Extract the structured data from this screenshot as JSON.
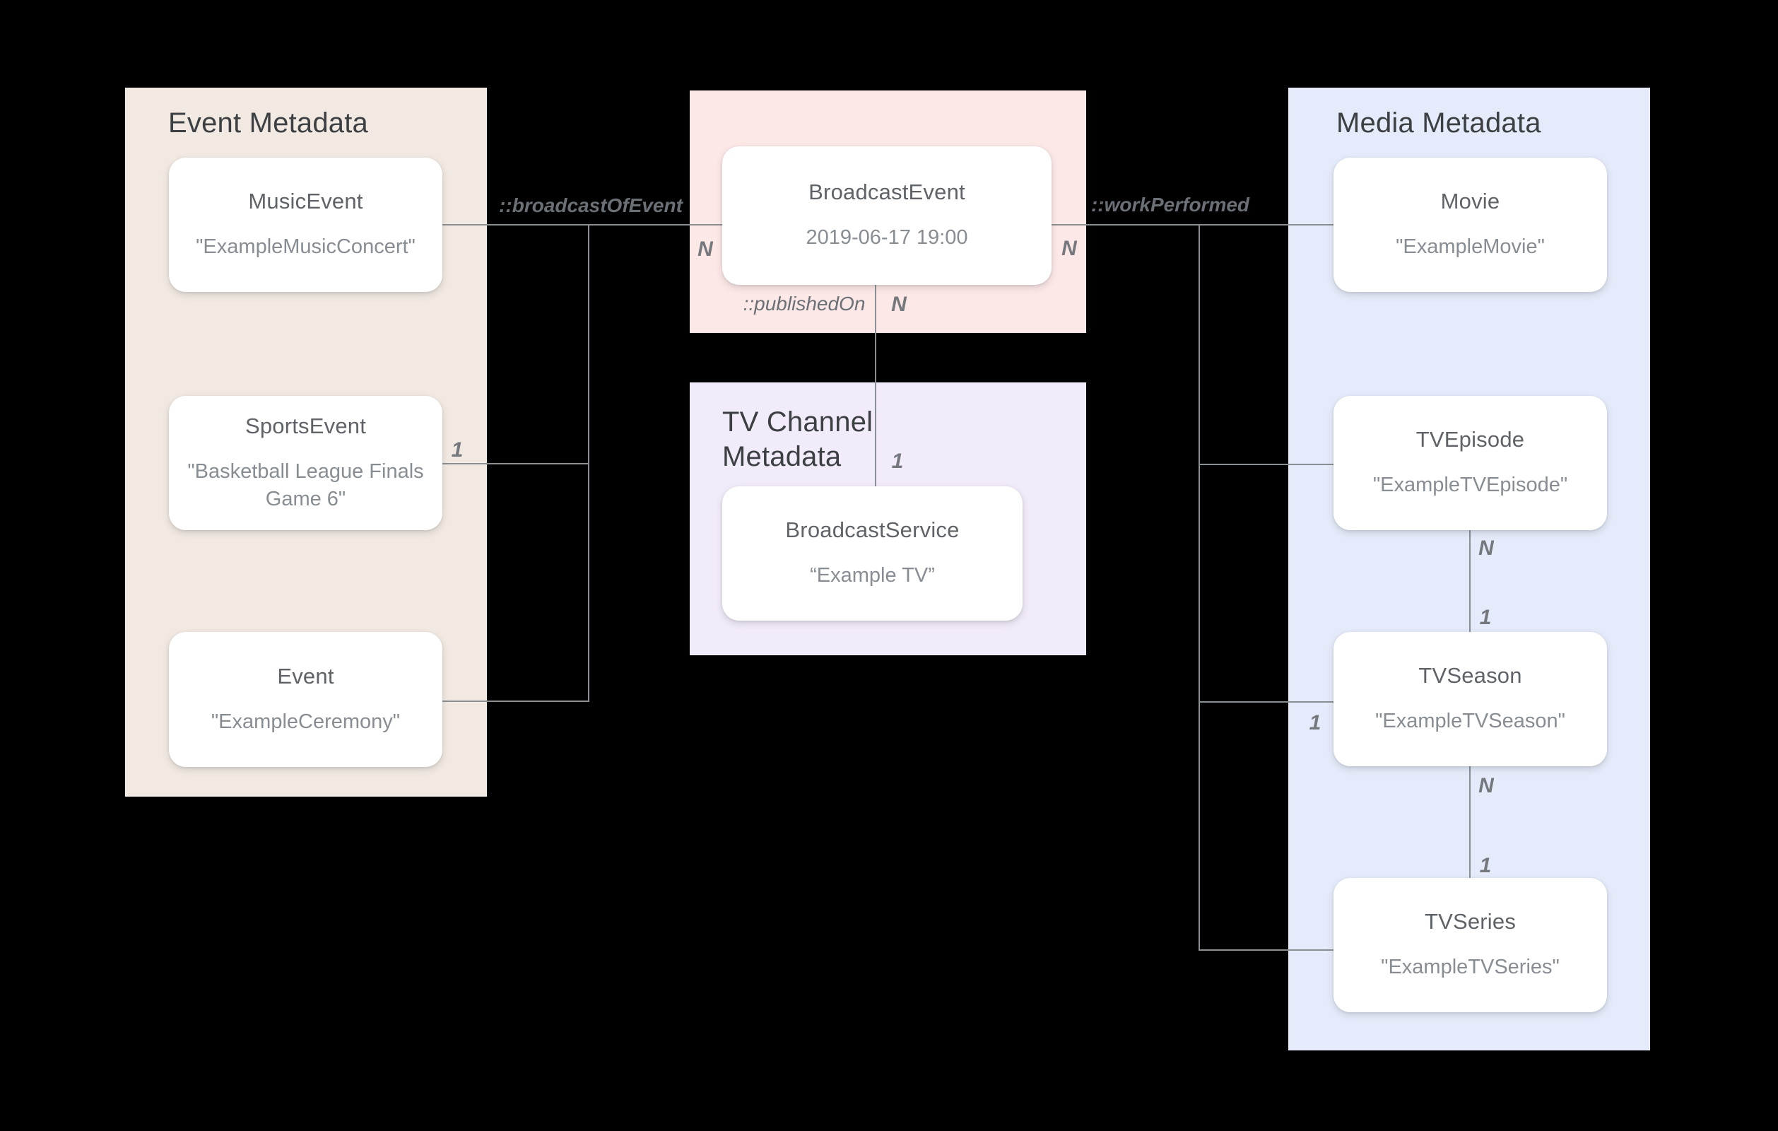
{
  "groups": {
    "event_metadata": {
      "title": "Event Metadata",
      "nodes": [
        {
          "title": "MusicEvent",
          "value": "\"ExampleMusicConcert\""
        },
        {
          "title": "SportsEvent",
          "value": "\"Basketball League Finals Game 6\""
        },
        {
          "title": "Event",
          "value": "\"ExampleCeremony\""
        }
      ]
    },
    "broadcast": {
      "nodes": [
        {
          "title": "BroadcastEvent",
          "value": "2019-06-17 19:00"
        }
      ]
    },
    "tv_channel_metadata": {
      "title": "TV Channel Metadata",
      "nodes": [
        {
          "title": "BroadcastService",
          "value": "“Example TV”"
        }
      ]
    },
    "media_metadata": {
      "title": "Media Metadata",
      "nodes": [
        {
          "title": "Movie",
          "value": "\"ExampleMovie\""
        },
        {
          "title": "TVEpisode",
          "value": "\"ExampleTVEpisode\""
        },
        {
          "title": "TVSeason",
          "value": "\"ExampleTVSeason\""
        },
        {
          "title": "TVSeries",
          "value": "\"ExampleTVSeries\""
        }
      ]
    }
  },
  "relationships": {
    "broadcast_of_event": "::broadcastOfEvent",
    "published_on": "::publishedOn",
    "work_performed": "::workPerformed"
  },
  "cardinality": {
    "n": "N",
    "one": "1"
  },
  "colors": {
    "background": "#000000",
    "event_panel": "#F2E9E2",
    "broadcast_panel": "#FCE8E7",
    "tv_channel_panel": "#F2EBF9",
    "media_panel": "#E5EBFA",
    "card": "#FFFFFF",
    "connector": "#8A8F94",
    "panel_title_text": "#3C4043",
    "node_title_text": "#5F6368",
    "node_value_text": "#878D93",
    "relationship_label_text": "#6A7076"
  }
}
